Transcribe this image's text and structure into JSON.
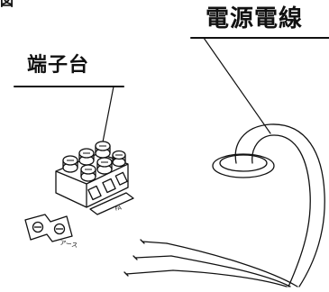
{
  "figure": {
    "mark": "図"
  },
  "labels": {
    "power_cable": "電源電線",
    "terminal_block": "端子台",
    "earth": "アース",
    "terminal_mark": "FA"
  },
  "icons": {
    "cable": "power-cable-icon",
    "terminal": "terminal-block-icon",
    "earth_plate": "earth-plate-icon"
  },
  "colors": {
    "line": "#111111",
    "background": "#ffffff"
  }
}
